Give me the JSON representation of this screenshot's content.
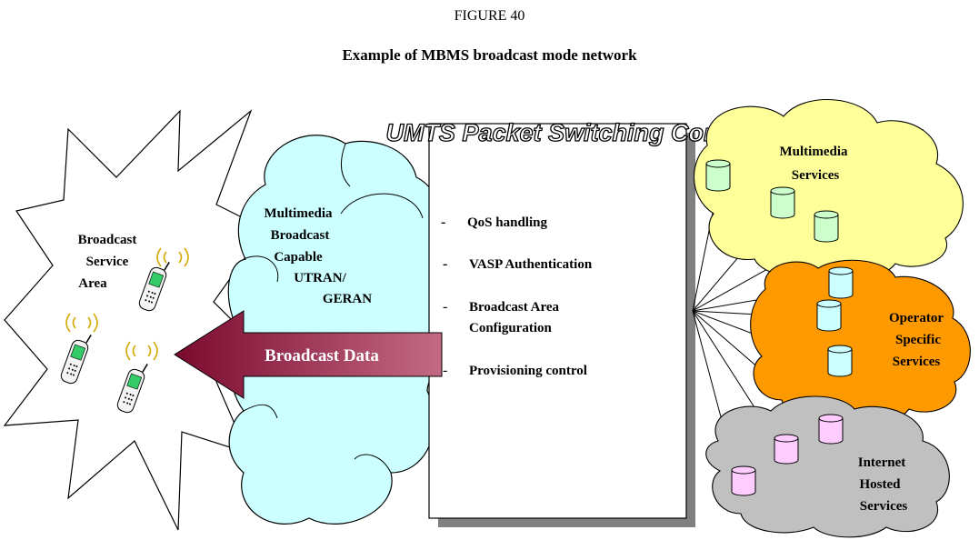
{
  "figure": {
    "label": "FIGURE 40",
    "title": "Example of MBMS broadcast mode network"
  },
  "broadcast_area": {
    "label_lines": [
      "Broadcast",
      "Service",
      "Area"
    ]
  },
  "ran": {
    "label_lines": [
      "Multimedia",
      "Broadcast",
      "Capable",
      "UTRAN/",
      "GERAN"
    ]
  },
  "arrow": {
    "label": "Broadcast Data",
    "color": "#8b1a3a"
  },
  "core": {
    "title": "UMTS Packet Switching Core",
    "items": [
      {
        "bullet": "-",
        "lines": [
          "QoS handling"
        ]
      },
      {
        "bullet": "-",
        "lines": [
          "VASP Authentication"
        ]
      },
      {
        "bullet": "-",
        "lines": [
          "Broadcast Area",
          "Configuration"
        ]
      },
      {
        "bullet": "-",
        "lines": [
          "Provisioning control"
        ]
      }
    ]
  },
  "services": [
    {
      "name_lines": [
        "Multimedia",
        "Services"
      ],
      "cloud_color": "#ffff99",
      "db_color": "#ccffcc"
    },
    {
      "name_lines": [
        "Operator",
        "Specific",
        "Services"
      ],
      "cloud_color": "#ff9900",
      "db_color": "#ccffff"
    },
    {
      "name_lines": [
        "Internet",
        "Hosted",
        "Services"
      ],
      "cloud_color": "#c0c0c0",
      "db_color": "#ffccff"
    }
  ],
  "colors": {
    "ran_cloud": "#ccffff",
    "core_shadow": "#808080"
  }
}
